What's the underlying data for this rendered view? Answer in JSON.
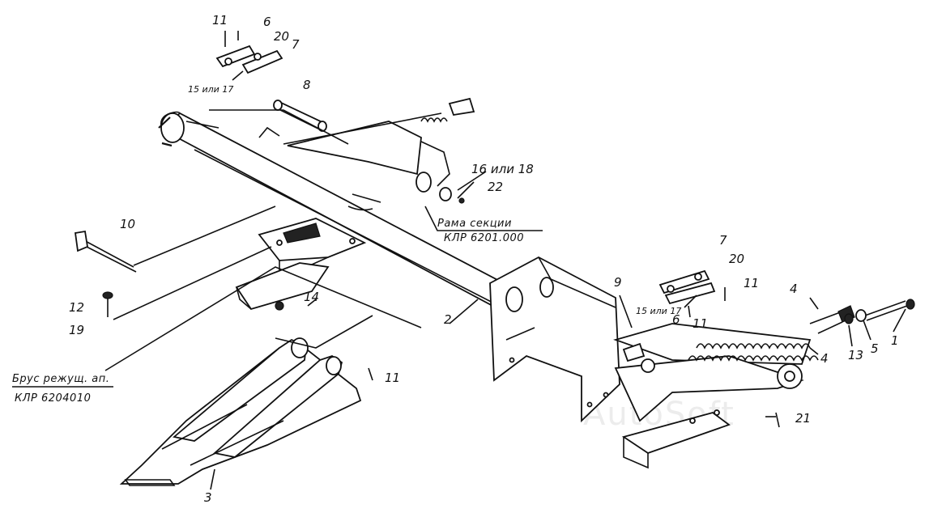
{
  "labels": {
    "l1": "1",
    "l2": "2",
    "l3": "3",
    "l4a": "4",
    "l4b": "4",
    "l5": "5",
    "l6a": "6",
    "l6b": "6",
    "l7a": "7",
    "l7b": "7",
    "l8": "8",
    "l9": "9",
    "l10": "10",
    "l11a": "11",
    "l11b": "11",
    "l11c": "11",
    "l12": "12",
    "l13": "13",
    "l14": "14",
    "l15a": "15 или 17",
    "l15b": "15 или 17",
    "l16": "16 или 18",
    "l19": "19",
    "l20a": "20",
    "l20b": "20",
    "l21": "21",
    "l22": "22"
  },
  "captions": {
    "frame_name": "Рама секции",
    "frame_code": "КЛР 6201.000",
    "cutter_name": "Брус режущ. ап.",
    "cutter_code": "КЛР 6204010"
  },
  "watermark": "AutoSoft"
}
